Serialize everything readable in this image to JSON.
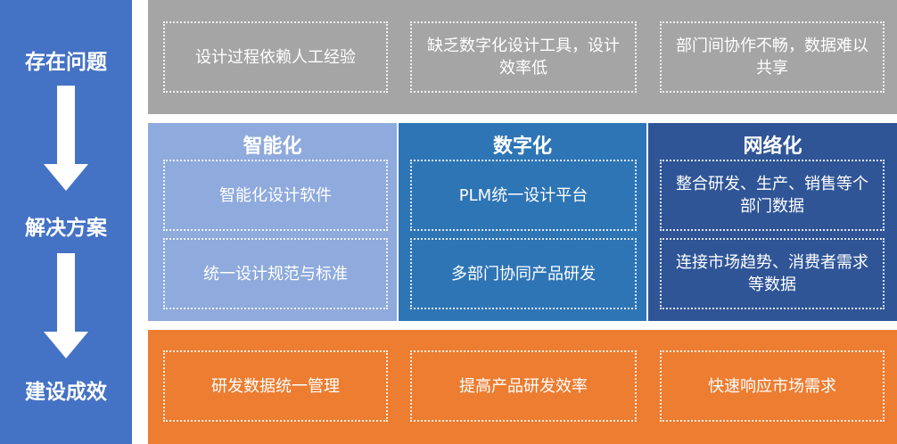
{
  "stages": [
    "存在问题",
    "解决方案",
    "建设成效"
  ],
  "problems": [
    "设计过程依赖人工经验",
    "缺乏数字化设计工具，设计效率低",
    "部门间协作不畅，数据难以共享"
  ],
  "solutions": [
    {
      "title": "智能化",
      "items": [
        "智能化设计软件",
        "统一设计规范与标准"
      ]
    },
    {
      "title": "数字化",
      "items": [
        "PLM统一设计平台",
        "多部门协同产品研发"
      ]
    },
    {
      "title": "网络化",
      "items": [
        "整合研发、生产、销售等个部门数据",
        "连接市场趋势、消费者需求等数据"
      ]
    }
  ],
  "results": [
    "研发数据统一管理",
    "提高产品研发效率",
    "快速响应市场需求"
  ],
  "colors": {
    "left": "#4472C4",
    "problems": "#A5A5A5",
    "intelligent": "#8FAADC",
    "digital": "#2E75B6",
    "network": "#2F5597",
    "results": "#ED7D31"
  }
}
